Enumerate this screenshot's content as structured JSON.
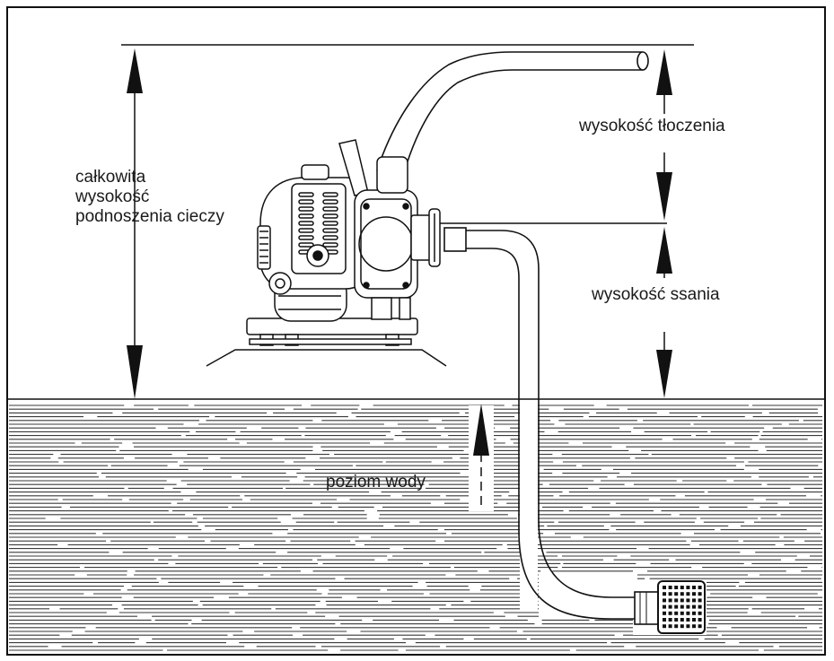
{
  "labels": {
    "total_head": [
      "całkowita",
      "wysokość",
      "podnoszenia cieczy"
    ],
    "discharge_head": "wysokość tłoczenia",
    "suction_head": "wysokość ssania",
    "water_level": "poziom wody"
  },
  "colors": {
    "line": "#111111",
    "water_lines": "#3a3a3a",
    "background": "#ffffff"
  },
  "icons": {
    "pump": "gasoline-water-pump-icon",
    "strainer": "suction-strainer-icon"
  }
}
